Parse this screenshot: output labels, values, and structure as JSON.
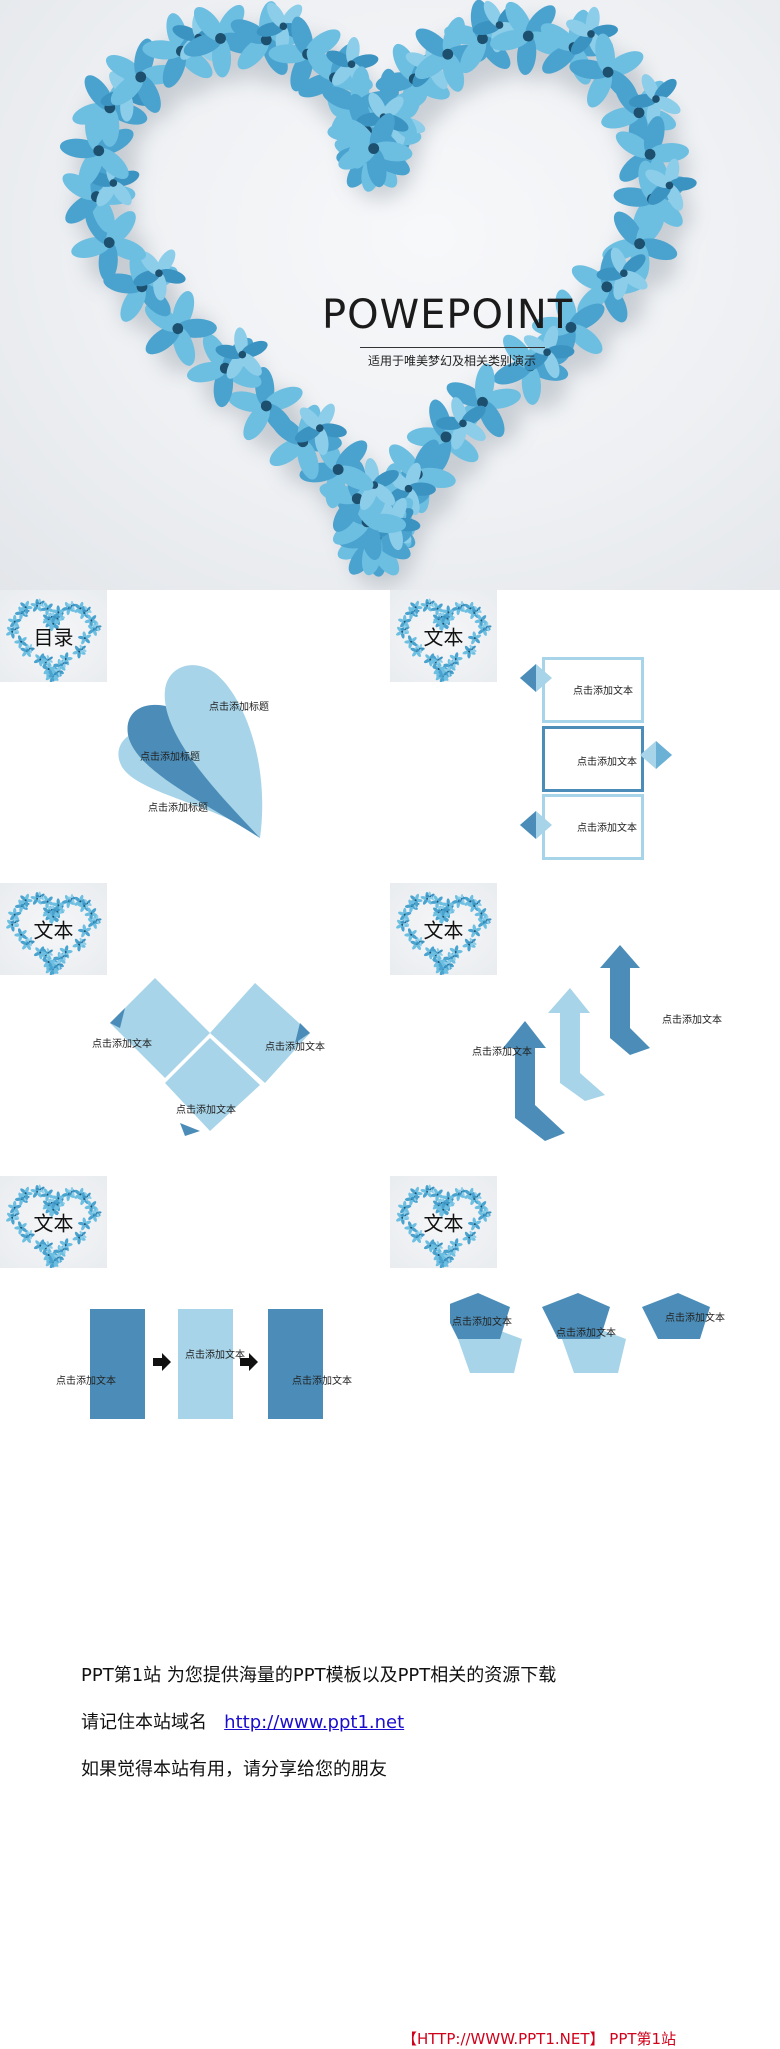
{
  "colors": {
    "light_blue": "#a7d4e8",
    "mid_blue": "#6ab1d5",
    "dark_blue": "#4b8db8",
    "flower": "#4aa3cf",
    "footer_red": "#d0021b"
  },
  "cover": {
    "title": "POWEPOINT",
    "subtitle": "适用于唯美梦幻及相关类别演示",
    "image": "blue-flower-heart-wreath"
  },
  "slides": [
    {
      "thumb_label": "目录",
      "labels": [
        "点击添加标题",
        "点击添加标题",
        "点击添加标题"
      ]
    },
    {
      "thumb_label": "文本",
      "labels": [
        "点击添加文本",
        "点击添加文本",
        "点击添加文本"
      ]
    },
    {
      "thumb_label": "文本",
      "labels": [
        "点击添加文本",
        "点击添加文本",
        "点击添加文本"
      ]
    },
    {
      "thumb_label": "文本",
      "labels": [
        "点击添加文本",
        "点击添加文本"
      ]
    },
    {
      "thumb_label": "文本",
      "labels": [
        "点击添加文本",
        "点击添加文本",
        "点击添加文本"
      ]
    },
    {
      "thumb_label": "文本",
      "labels": [
        "点击添加文本",
        "点击添加文本",
        "点击添加文本"
      ]
    }
  ],
  "footer": {
    "line1": "PPT第1站 为您提供海量的PPT模板以及PPT相关的资源下载",
    "line2_prefix": "请记住本站域名",
    "line2_link": "http://www.ppt1.net",
    "line3": "如果觉得本站有用，请分享给您的朋友",
    "brand": "【HTTP://WWW.PPT1.NET】 PPT第1站"
  }
}
